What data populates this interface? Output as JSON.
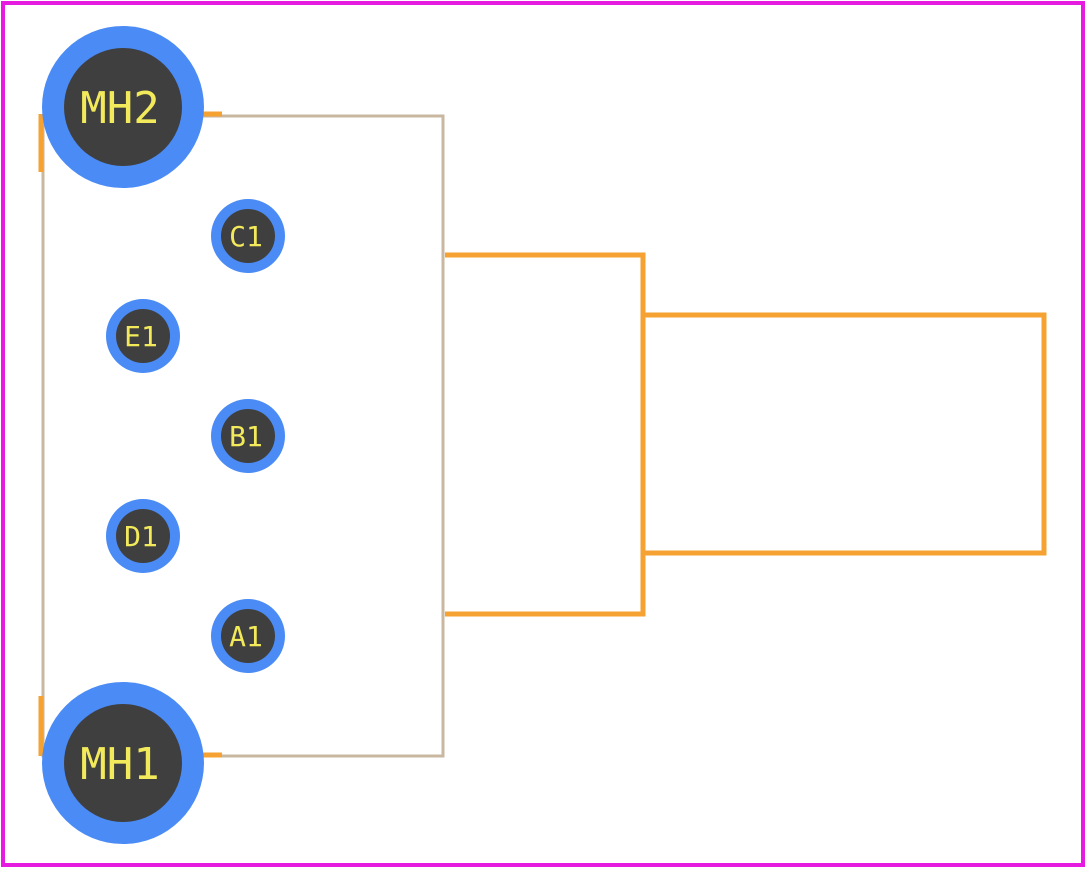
{
  "colors": {
    "background": "#ffffff",
    "board_outline": "#e51be0",
    "silkscreen": "#f5a233",
    "fab_outline": "#c9b7a0",
    "pad_copper": "#4a8bf5",
    "pad_hole": "#3f3f3f",
    "pad_label": "#f2ea5a"
  },
  "pads": {
    "mh2": {
      "label": "MH2",
      "kind": "mounting-hole"
    },
    "mh1": {
      "label": "MH1",
      "kind": "mounting-hole"
    },
    "c1": {
      "label": "C1",
      "kind": "pin"
    },
    "e1": {
      "label": "E1",
      "kind": "pin"
    },
    "b1": {
      "label": "B1",
      "kind": "pin"
    },
    "d1": {
      "label": "D1",
      "kind": "pin"
    },
    "a1": {
      "label": "A1",
      "kind": "pin"
    }
  }
}
